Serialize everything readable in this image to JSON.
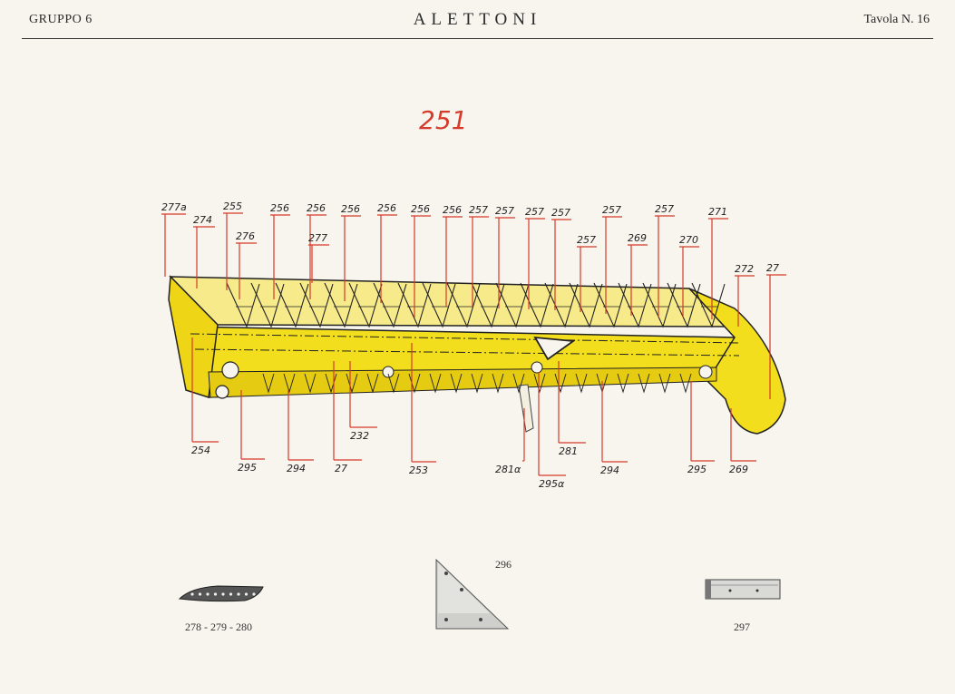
{
  "header": {
    "group": "GRUPPO 6",
    "title": "ALETTONI",
    "plate": "Tavola N. 16"
  },
  "main_part_number": "251",
  "callouts_top": [
    "277a",
    "274",
    "255",
    "276",
    "256",
    "256",
    "277",
    "256",
    "256",
    "256",
    "256",
    "257",
    "257",
    "257",
    "257",
    "257",
    "257",
    "269",
    "257",
    "270",
    "271",
    "272",
    "27"
  ],
  "callouts_bottom": [
    "254",
    "295",
    "294",
    "27",
    "232",
    "253",
    "281α",
    "295α",
    "281",
    "294",
    "295",
    "269"
  ],
  "parts": [
    {
      "id": "strip",
      "label": "278 - 279 - 280",
      "icon": "perforated-strip-icon"
    },
    {
      "id": "gusset",
      "label": "296",
      "icon": "triangular-gusset-icon"
    },
    {
      "id": "bracket",
      "label": "297",
      "icon": "angle-bracket-icon"
    }
  ],
  "colors": {
    "aileron_fill": "#f2de1c",
    "aileron_dark": "#d9c400",
    "leader": "#d63a2a",
    "ink": "#222222"
  }
}
